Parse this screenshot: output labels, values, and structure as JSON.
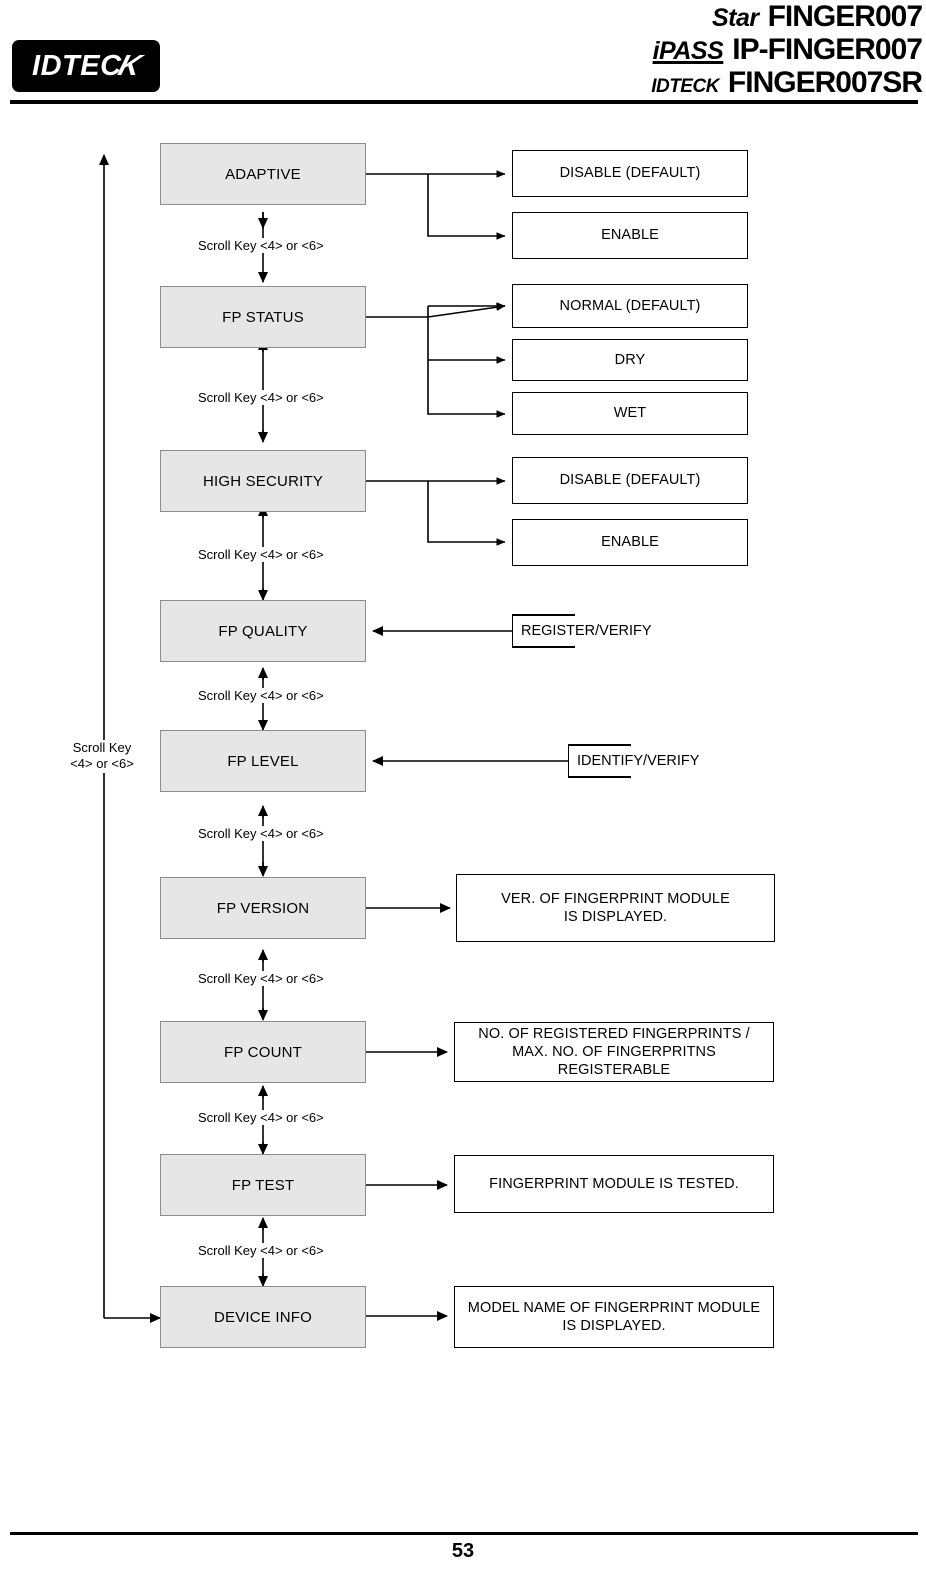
{
  "header": {
    "logo_text": "IDTEC",
    "logo_slash": "K",
    "products": [
      {
        "mark": "Star",
        "name": "FINGER007"
      },
      {
        "mark": "iPASS",
        "name": "IP-FINGER007"
      },
      {
        "mark": "IDTECK",
        "name": "FINGER007SR"
      }
    ]
  },
  "flow": {
    "menu_items": [
      {
        "label": "ADAPTIVE"
      },
      {
        "label": "FP STATUS"
      },
      {
        "label": "HIGH SECURITY"
      },
      {
        "label": "FP QUALITY"
      },
      {
        "label": "FP LEVEL"
      },
      {
        "label": "FP VERSION"
      },
      {
        "label": "FP COUNT"
      },
      {
        "label": "FP TEST"
      },
      {
        "label": "DEVICE INFO"
      }
    ],
    "options": [
      {
        "line1": "DISABLE (DEFAULT)",
        "line2": ""
      },
      {
        "line1": "ENABLE",
        "line2": ""
      },
      {
        "line1": "NORMAL (DEFAULT)",
        "line2": ""
      },
      {
        "line1": "DRY",
        "line2": ""
      },
      {
        "line1": "WET",
        "line2": ""
      },
      {
        "line1": "DISABLE (DEFAULT)",
        "line2": ""
      },
      {
        "line1": "ENABLE",
        "line2": ""
      },
      {
        "line1": "VER. OF FINGERPRINT MODULE",
        "line2": "IS DISPLAYED."
      },
      {
        "line1": "NO. OF REGISTERED FINGERPRINTS /",
        "line2": "MAX. NO. OF FINGERPRITNS REGISTERABLE"
      },
      {
        "line1": "FINGERPRINT MODULE IS TESTED.",
        "line2": ""
      },
      {
        "line1": "MODEL NAME OF FINGERPRINT MODULE",
        "line2": "IS DISPLAYED."
      }
    ],
    "open_labels": [
      {
        "text": "REGISTER/VERIFY"
      },
      {
        "text": "IDENTIFY/VERIFY"
      }
    ],
    "scroll_label": "Scroll Key <4> or <6>",
    "loop_label_line1": "Scroll Key",
    "loop_label_line2": "<4> or <6>"
  },
  "footer": {
    "page_number": "53"
  }
}
